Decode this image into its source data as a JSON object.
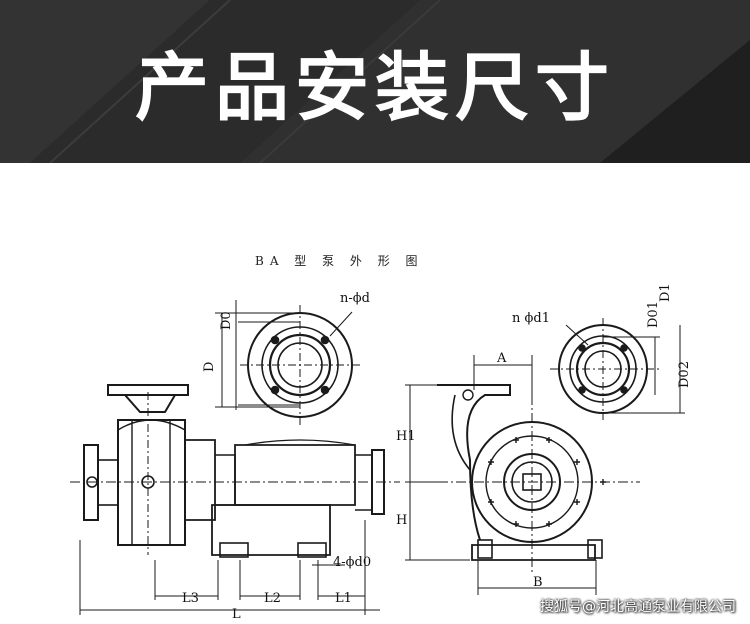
{
  "banner": {
    "title": "产品安装尺寸"
  },
  "drawing": {
    "caption": "BA 型 泵 外 形 图",
    "labels": {
      "D": "D",
      "D0": "D0",
      "n_phi_d": "n-ϕd",
      "n_phi_d1": "n ϕd1",
      "D01": "D01",
      "D1": "D1",
      "D02": "D02",
      "A": "A",
      "H1": "H1",
      "H": "H",
      "B": "B",
      "four_phi_d0": "4-ϕd0",
      "L3": "L3",
      "L2": "L2",
      "L1": "L1",
      "L": "L"
    }
  },
  "watermark": "搜狐号@河北高通泵业有限公司",
  "colors": {
    "banner_bg": "#2a2a2a",
    "line": "#1a1a1a"
  }
}
